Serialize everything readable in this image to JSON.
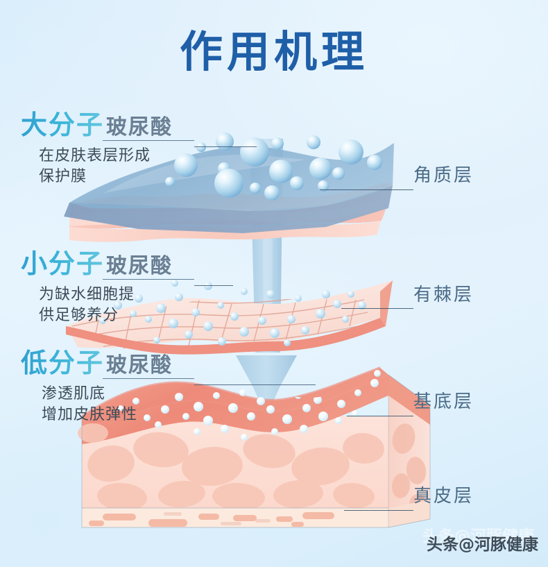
{
  "title": "作用机理",
  "background": {
    "top_color": "#d8edfb",
    "mid_color": "#eaf6fe",
    "bottom_color": "#d4ebfa"
  },
  "left_labels": [
    {
      "id": "large-molecule",
      "prefix": "大分子",
      "suffix": "玻尿酸",
      "desc_line1": "在皮肤表层形成",
      "desc_line2": "保护膜",
      "accent": "#36a9d4"
    },
    {
      "id": "small-molecule",
      "prefix": "小分子",
      "suffix": "玻尿酸",
      "desc_line1": "为缺水细胞提",
      "desc_line2": "供足够养分",
      "accent": "#36a9d4"
    },
    {
      "id": "low-molecule",
      "prefix": "低分子",
      "suffix": "玻尿酸",
      "desc_line1": "渗透肌底",
      "desc_line2": "增加皮肤弹性",
      "accent": "#36a9d4"
    }
  ],
  "right_labels": [
    {
      "id": "stratum-corneum",
      "text": "角质层"
    },
    {
      "id": "stratum-spinosum",
      "text": "有棘层"
    },
    {
      "id": "basal-layer",
      "text": "基底层"
    },
    {
      "id": "dermis",
      "text": "真皮层"
    }
  ],
  "watermark": {
    "text": "头条@河豚健康",
    "ghost_text": "头条@河豚健康"
  },
  "artwork": {
    "top_film_color": "#8fb6d6",
    "top_film_color2": "#a9c8de",
    "pink_layer_color": "#f6b9ae",
    "pink_layer_light": "#fbd8cf",
    "mesh_sheet_color": "#fae3dc",
    "mesh_line_color": "#e8a99c",
    "mesh_edge_color": "#ef9f90",
    "block_top_color": "#f08f7d",
    "block_body_color": "#fbdcd2",
    "block_cell_color": "#f8c9ba",
    "block_side_color": "#f7d4c9",
    "arrow_color": "#7fb3d5",
    "bubble_color": "#7fb8dd",
    "bubble_highlight": "#eaf6fd",
    "droplet_color": "#a8d4ec",
    "white_droplet": "#f2fafe"
  }
}
